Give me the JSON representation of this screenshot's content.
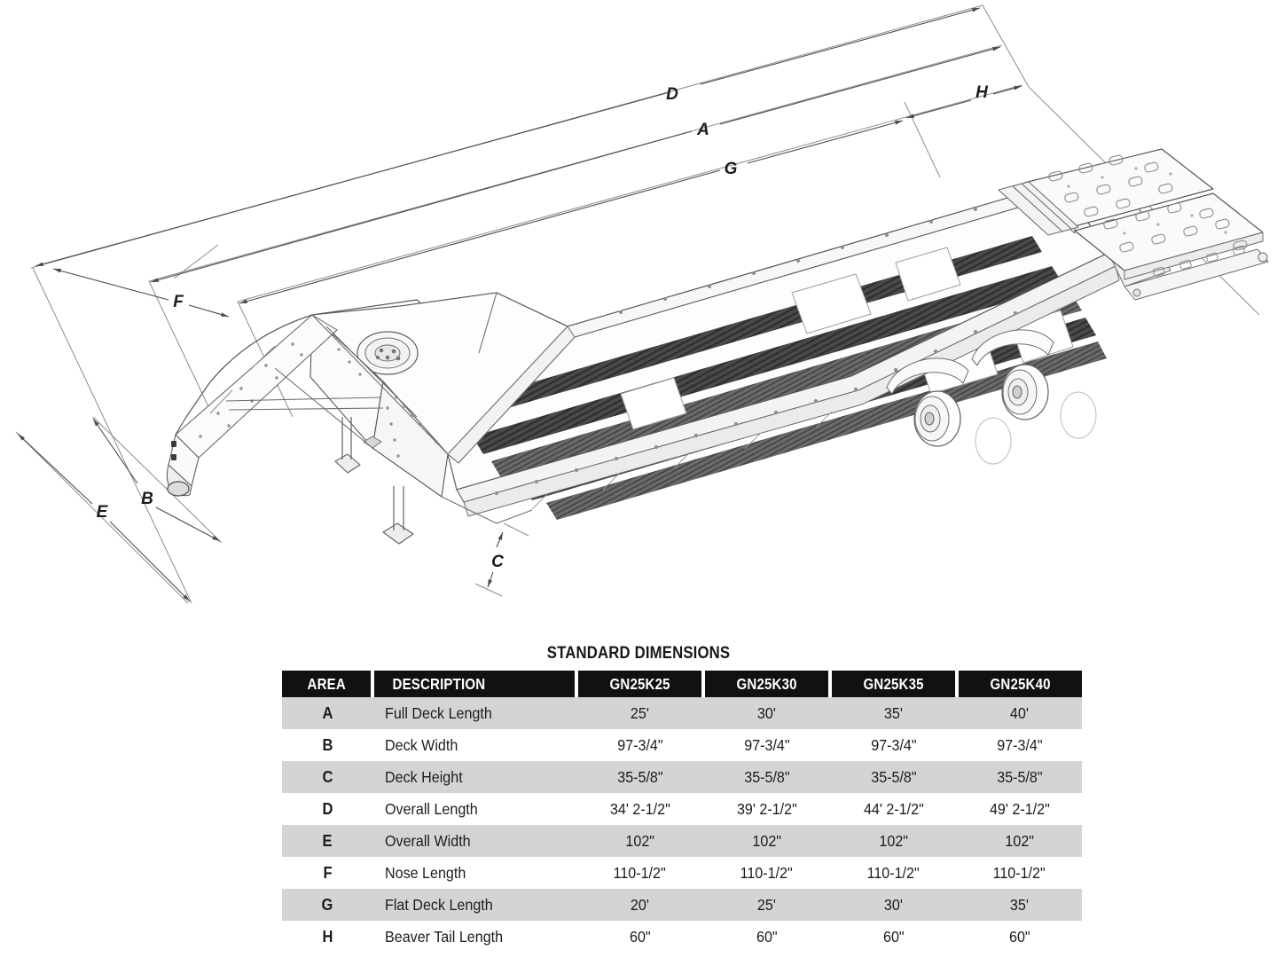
{
  "drawing": {
    "title": "gooseneck-flatbed-trailer-isometric",
    "dimension_callouts": [
      {
        "id": "A",
        "label": "A"
      },
      {
        "id": "B",
        "label": "B"
      },
      {
        "id": "C",
        "label": "C"
      },
      {
        "id": "D",
        "label": "D"
      },
      {
        "id": "E",
        "label": "E"
      },
      {
        "id": "F",
        "label": "F"
      },
      {
        "id": "G",
        "label": "G"
      },
      {
        "id": "H",
        "label": "H"
      }
    ]
  },
  "table": {
    "title": "STANDARD DIMENSIONS",
    "columns": [
      "AREA",
      "DESCRIPTION",
      "GN25K25",
      "GN25K30",
      "GN25K35",
      "GN25K40"
    ],
    "rows": [
      {
        "area": "A",
        "description": "Full Deck Length",
        "values": [
          "25'",
          "30'",
          "35'",
          "40'"
        ]
      },
      {
        "area": "B",
        "description": "Deck Width",
        "values": [
          "97-3/4\"",
          "97-3/4\"",
          "97-3/4\"",
          "97-3/4\""
        ]
      },
      {
        "area": "C",
        "description": "Deck Height",
        "values": [
          "35-5/8\"",
          "35-5/8\"",
          "35-5/8\"",
          "35-5/8\""
        ]
      },
      {
        "area": "D",
        "description": "Overall Length",
        "values": [
          "34' 2-1/2\"",
          "39' 2-1/2\"",
          "44' 2-1/2\"",
          "49' 2-1/2\""
        ]
      },
      {
        "area": "E",
        "description": "Overall Width",
        "values": [
          "102\"",
          "102\"",
          "102\"",
          "102\""
        ]
      },
      {
        "area": "F",
        "description": "Nose Length",
        "values": [
          "110-1/2\"",
          "110-1/2\"",
          "110-1/2\"",
          "110-1/2\""
        ]
      },
      {
        "area": "G",
        "description": "Flat Deck Length",
        "values": [
          "20'",
          "25'",
          "30'",
          "35'"
        ]
      },
      {
        "area": "H",
        "description": "Beaver Tail Length",
        "values": [
          "60\"",
          "60\"",
          "60\"",
          "60\""
        ]
      }
    ]
  },
  "colors": {
    "header_bg": "#111111",
    "header_text": "#ffffff",
    "row_shade": "#d3d4d6",
    "row_plain": "#ffffff",
    "body_text": "#1c1c1c",
    "line": "#6d6f72",
    "deck_dark": "#3d3d3d",
    "page_bg": "#ffffff"
  }
}
